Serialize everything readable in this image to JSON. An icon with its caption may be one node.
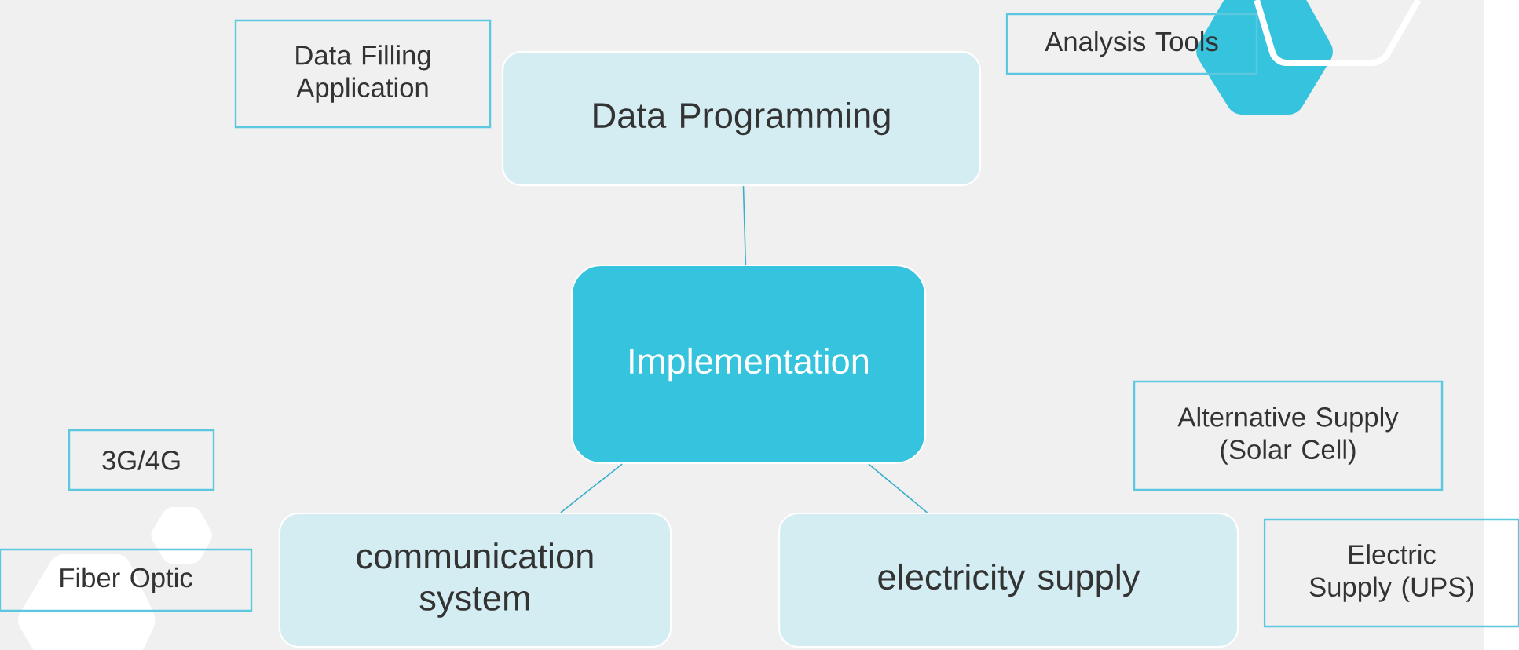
{
  "diagram": {
    "nodes": [
      {
        "text": [
          "Data Filling Application"
        ]
      },
      {
        "text": [
          "Analysis Tools"
        ]
      },
      {
        "text": [
          "Data Programming"
        ]
      },
      {
        "text": [
          "Implementation"
        ]
      },
      {
        "text": [
          "3G/4G"
        ]
      },
      {
        "text": [
          "Alternative Supply (Solar Cell)"
        ]
      },
      {
        "text": [
          "Fiber Optic"
        ]
      },
      {
        "text": [
          "communication system"
        ]
      },
      {
        "text": [
          "electricity supply"
        ]
      },
      {
        "text": [
          "Electric Supply (UPS)"
        ]
      }
    ],
    "edges": [
      {
        "from": 2,
        "to": 3,
        "arrow": "none"
      },
      {
        "from": 3,
        "to": 7,
        "arrow": "none"
      },
      {
        "from": 3,
        "to": 8,
        "arrow": "none"
      }
    ]
  }
}
